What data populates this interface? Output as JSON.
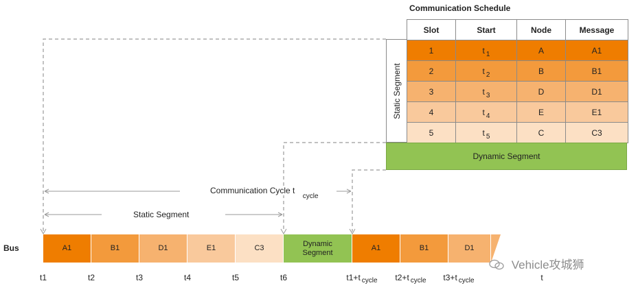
{
  "schedule": {
    "title": "Communication Schedule",
    "headers": [
      "Slot",
      "Start",
      "Node",
      "Message"
    ],
    "rows": [
      {
        "slot": "1",
        "start": "t",
        "start_sub": "1",
        "node": "A",
        "message": "A1",
        "color": "#ef7d00"
      },
      {
        "slot": "2",
        "start": "t",
        "start_sub": "2",
        "node": "B",
        "message": "B1",
        "color": "#f39a3c"
      },
      {
        "slot": "3",
        "start": "t",
        "start_sub": "3",
        "node": "D",
        "message": "D1",
        "color": "#f6b26f"
      },
      {
        "slot": "4",
        "start": "t",
        "start_sub": "4",
        "node": "E",
        "message": "E1",
        "color": "#f9c99c"
      },
      {
        "slot": "5",
        "start": "t",
        "start_sub": "5",
        "node": "C",
        "message": "C3",
        "color": "#fce0c4"
      }
    ],
    "static_label": "Static Segment",
    "dynamic_label": "Dynamic Segment",
    "dynamic_color": "#92c353"
  },
  "timeline": {
    "cycle_label": "Communication Cycle t",
    "cycle_sub": "cycle",
    "static_label": "Static Segment",
    "bus_label": "Bus"
  },
  "bus": [
    {
      "label": "A1",
      "color": "#ef7d00"
    },
    {
      "label": "B1",
      "color": "#f39a3c"
    },
    {
      "label": "D1",
      "color": "#f6b26f"
    },
    {
      "label": "E1",
      "color": "#f9c99c"
    },
    {
      "label": "C3",
      "color": "#fce0c4"
    },
    {
      "label": "Dynamic Segment",
      "color": "#92c353"
    },
    {
      "label": "A1",
      "color": "#ef7d00"
    },
    {
      "label": "B1",
      "color": "#f39a3c"
    },
    {
      "label": "D1",
      "color": "#f6b26f"
    }
  ],
  "ticks": [
    {
      "main": "t1",
      "sub": ""
    },
    {
      "main": "t2",
      "sub": ""
    },
    {
      "main": "t3",
      "sub": ""
    },
    {
      "main": "t4",
      "sub": ""
    },
    {
      "main": "t5",
      "sub": ""
    },
    {
      "main": "t6",
      "sub": ""
    },
    {
      "main": "t1+t",
      "sub": "cycle"
    },
    {
      "main": "t2+t",
      "sub": "cycle"
    },
    {
      "main": "t3+t",
      "sub": "cycle"
    },
    {
      "main": "t",
      "sub": ""
    }
  ],
  "watermark": "Vehicle攻城狮"
}
